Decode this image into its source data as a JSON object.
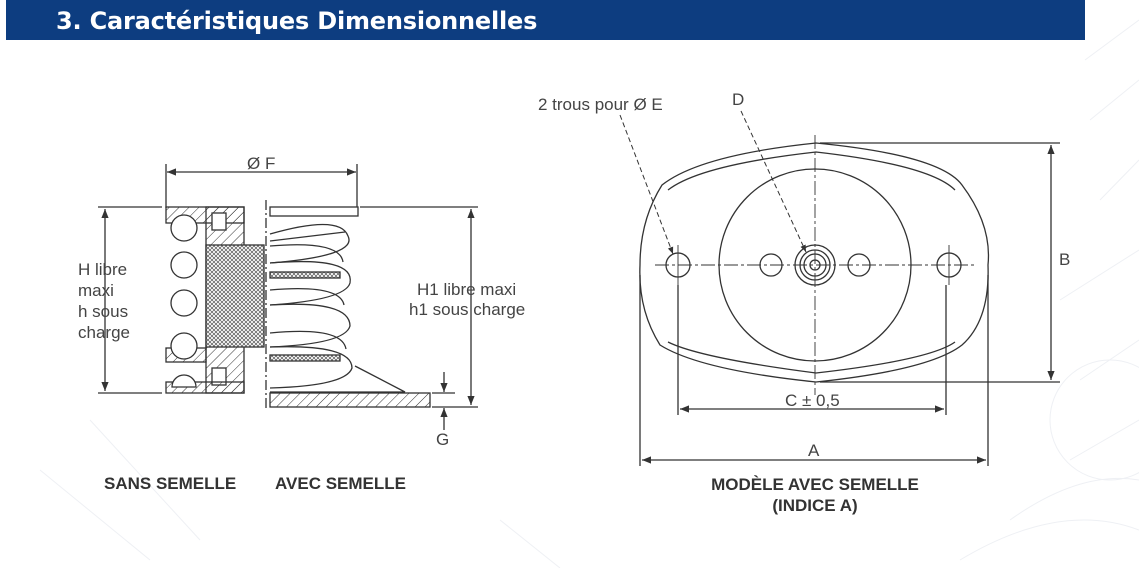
{
  "header": {
    "title": "3. Caractéristiques Dimensionnelles",
    "background_color": "#0d3d80",
    "text_color": "#ffffff"
  },
  "diagram": {
    "left_view": {
      "diameter_label": "Ø F",
      "height_label_lines": [
        "H libre",
        "maxi",
        "h sous",
        "charge"
      ],
      "h1_label_lines": [
        "H1 libre maxi",
        "h1 sous charge"
      ],
      "g_label": "G",
      "caption_without_base": "SANS SEMELLE",
      "caption_with_base": "AVEC SEMELLE"
    },
    "right_view": {
      "holes_label": "2 trous pour Ø E",
      "d_label": "D",
      "b_label": "B",
      "c_label": "C ± 0,5",
      "a_label": "A",
      "caption_lines": [
        "MODÈLE AVEC SEMELLE",
        "(INDICE A)"
      ]
    }
  }
}
